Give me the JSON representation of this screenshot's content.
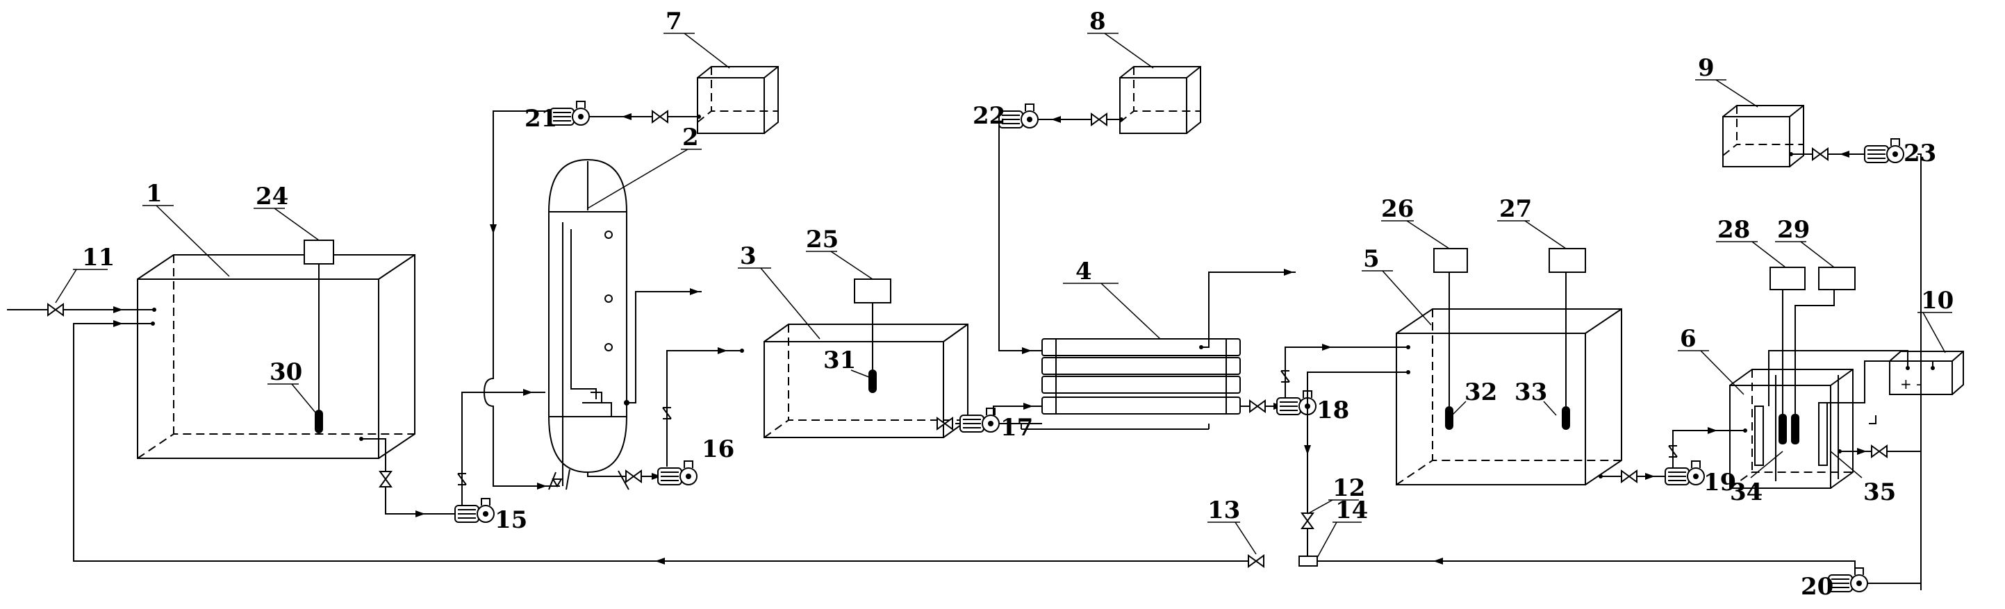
{
  "colors": {
    "line": "#000000",
    "background": "#ffffff"
  },
  "labels": {
    "l1": "1",
    "l2": "2",
    "l3": "3",
    "l4": "4",
    "l5": "5",
    "l6": "6",
    "l7": "7",
    "l8": "8",
    "l9": "9",
    "l10": "10",
    "l11": "11",
    "l12": "12",
    "l13": "13",
    "l14": "14",
    "l15": "15",
    "l16": "16",
    "l17": "17",
    "l18": "18",
    "l19": "19",
    "l20": "20",
    "l21": "21",
    "l22": "22",
    "l23": "23",
    "l24": "24",
    "l25": "25",
    "l26": "26",
    "l27": "27",
    "l28": "28",
    "l29": "29",
    "l30": "30",
    "l31": "31",
    "l32": "32",
    "l33": "33",
    "l34": "34",
    "l35": "35"
  },
  "power_supply": {
    "polarity": "+ -"
  }
}
